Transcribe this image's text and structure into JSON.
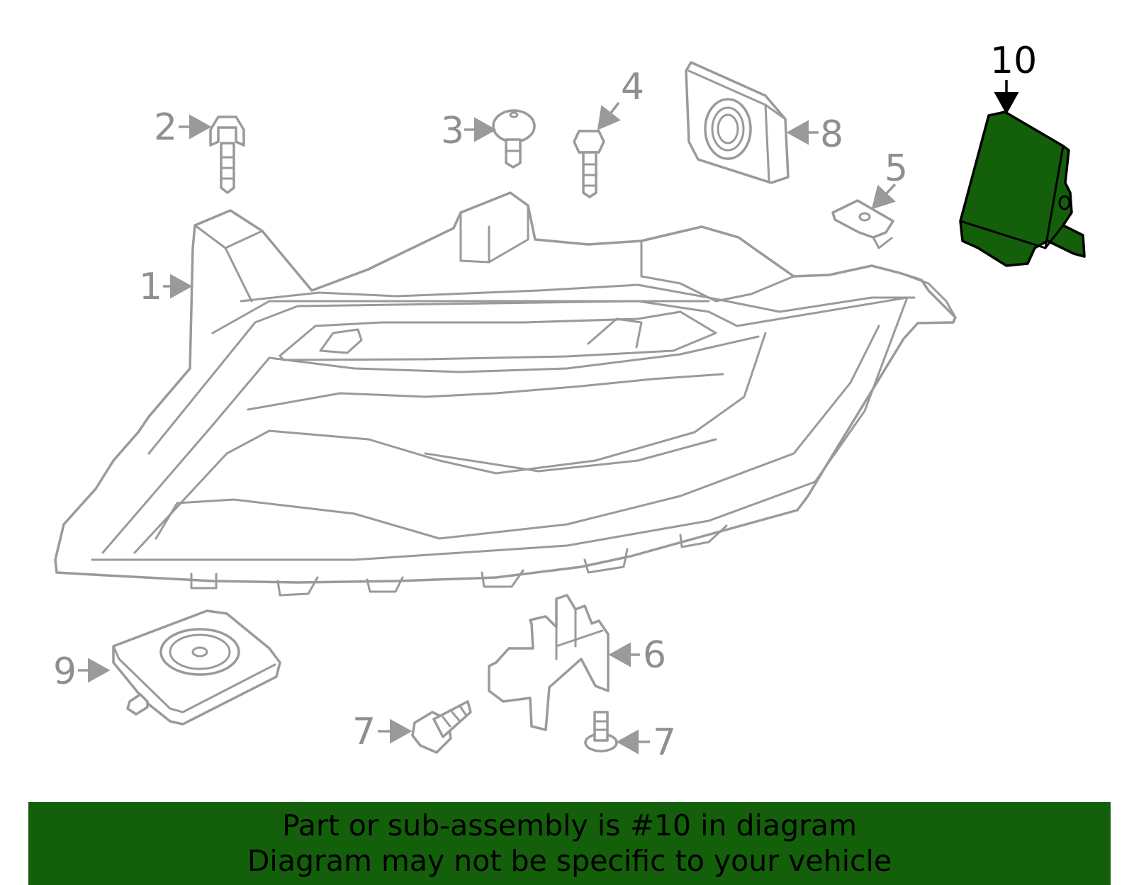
{
  "callouts": {
    "c1": "1",
    "c2": "2",
    "c3": "3",
    "c4": "4",
    "c5": "5",
    "c6": "6",
    "c7a": "7",
    "c7b": "7",
    "c8": "8",
    "c9": "9",
    "c10": "10"
  },
  "highlight_color": "#135f0a",
  "banner": {
    "line1": "Part or sub-assembly is #10 in diagram",
    "line2": "Diagram may not be specific to your vehicle"
  }
}
